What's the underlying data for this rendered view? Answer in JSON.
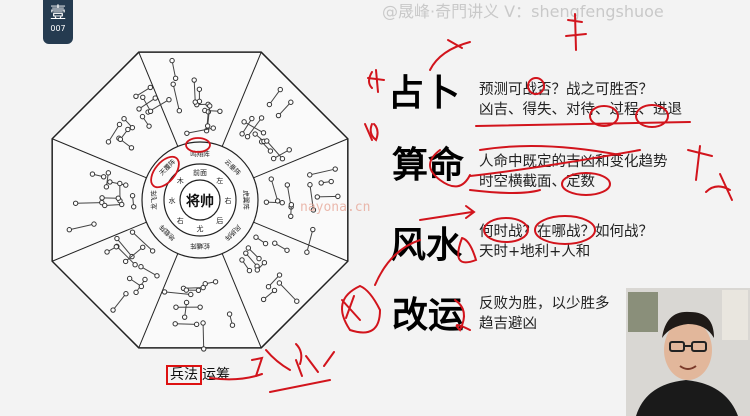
{
  "badge": {
    "char": "壹",
    "number": "007"
  },
  "watermark": "@晟峰·奇門讲义 V：shengfengshuoe",
  "diagram": {
    "center": "将帅",
    "inner_labels": [
      "前面",
      "左",
      "右",
      "后",
      "尤",
      "右",
      "水",
      "木"
    ],
    "formations": [
      "鸣翔阵",
      "云垂阵",
      "虎翼阵",
      "风扬阵",
      "蛇蟠阵",
      "地载阵",
      "龙飞阵",
      "天覆阵"
    ]
  },
  "mid_watermark": "nayona.cn",
  "caption": {
    "boxed": "兵法",
    "rest": "运筹"
  },
  "items": [
    {
      "keyword": "占卜",
      "line1": "预测可战否？战之可胜否？",
      "line2": "凶吉、得失、对待、过程、进退"
    },
    {
      "keyword": "算命",
      "line1": "人命中既定的吉凶和变化趋势",
      "line2": "时空横截面、定数"
    },
    {
      "keyword": "风水",
      "line1": "何时战？在哪战？如何战？",
      "line2": "天时+地利+人和"
    },
    {
      "keyword": "改运",
      "line1": "反败为胜，以少胜多",
      "line2": "趋吉避凶"
    }
  ],
  "colors": {
    "ink": "#d2141c",
    "badge": "#253b50"
  }
}
